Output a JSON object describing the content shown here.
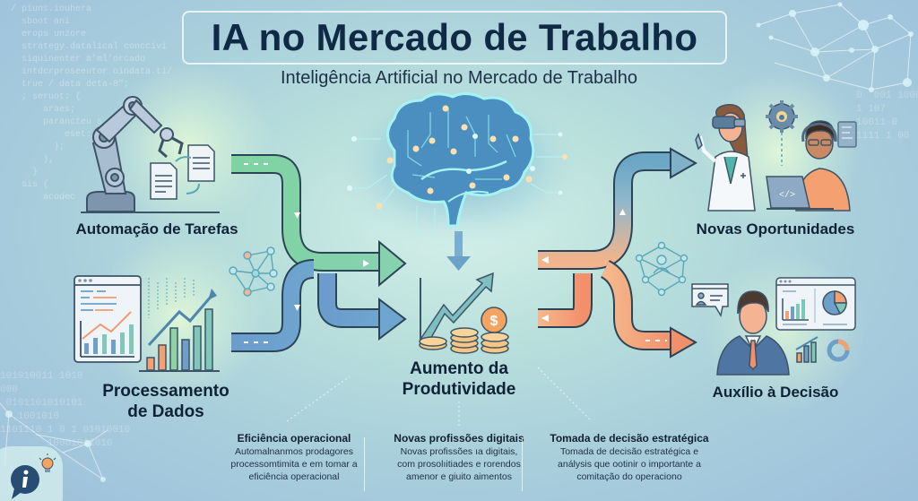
{
  "header": {
    "title": "IA no Mercado de Trabalho",
    "subtitle": "Inteligência Artificial no Mercado de Trabalho"
  },
  "inputs": [
    {
      "id": "automacao",
      "label": "Automação de Tarefas",
      "icon": "robot-arm-icon",
      "flow_color": "#7fcf9e"
    },
    {
      "id": "processamento",
      "label_line1": "Processamento",
      "label_line2": "de Dados",
      "icon": "data-chart-icon",
      "flow_color": "#6d9fc9"
    }
  ],
  "center": {
    "icon": "brain-circuit-icon",
    "result_icon": "growth-coins-icon",
    "label_line1": "Aumento da",
    "label_line2": "Produtividade"
  },
  "outputs": [
    {
      "id": "oportunidades",
      "label": "Novas Oportunidades",
      "icon": "professionals-icon",
      "flow_color": "#7fb1c9"
    },
    {
      "id": "decisao",
      "label": "Auxílio à Decisão",
      "icon": "businessman-dashboard-icon",
      "flow_color": "#f29a72"
    }
  ],
  "bottom": [
    {
      "heading": "Eficiência operacional",
      "lines": [
        "Automalnanmos prodagores",
        "processomtimita e em tomar a",
        "eficiência operacional"
      ]
    },
    {
      "heading": "Novas profissões digitais",
      "lines": [
        "Novas profissões ıa digitais,",
        "com prosolıitiades e rorendos",
        "amenor e giuito aimentos"
      ]
    },
    {
      "heading": "Tomada de decisão estratégica",
      "lines": [
        "Tomada de decisão estratégica e",
        "análysis que ootinir o importante a",
        "comitação do operaciono"
      ]
    }
  ],
  "decor": {
    "code_lines": [
      "/ piuns.iouhera",
      "  sboot ani",
      "  erops unzore",
      "  strategy.datalical conccivi",
      "  siquinenter a'ml'orcado",
      "  intdcrproseeutor oindata.ti/",
      "  true / data deta-8\";",
      "  ; seruot: {",
      "      araes;",
      "      parancteu s (",
      "          eset:",
      "        );",
      "      ),",
      "    }",
      "  sis {",
      "      acodec"
    ],
    "binary_left": [
      "101010011 1010",
      "000",
      " 0101101010101",
      "   1001010",
      "1101110 1 0 1 01010010",
      "        10001011010"
    ],
    "binary_right": [
      "0  001 10001",
      "1 107",
      "10011 0",
      "1111 1 00"
    ],
    "info_icon": "info-bubble-icon",
    "bulb_icon": "lightbulb-icon"
  },
  "colors": {
    "title": "#0f2a45",
    "green_flow": "#7fcf9e",
    "blue_flow": "#6d9fc9",
    "orange_flow": "#f29a72",
    "accent_orange": "#f4a460",
    "brain_glow": "#7fe3ea"
  }
}
